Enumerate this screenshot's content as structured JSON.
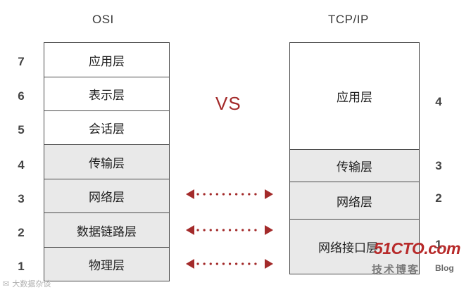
{
  "osi": {
    "title": "OSI",
    "layers": [
      {
        "num": "7",
        "label": "应用层",
        "fill": "#ffffff"
      },
      {
        "num": "6",
        "label": "表示层",
        "fill": "#ffffff"
      },
      {
        "num": "5",
        "label": "会话层",
        "fill": "#ffffff"
      },
      {
        "num": "4",
        "label": "传输层",
        "fill": "#e9e9e9"
      },
      {
        "num": "3",
        "label": "网络层",
        "fill": "#e9e9e9"
      },
      {
        "num": "2",
        "label": "数据链路层",
        "fill": "#e9e9e9"
      },
      {
        "num": "1",
        "label": "物理层",
        "fill": "#e9e9e9"
      }
    ]
  },
  "vs": "VS",
  "tcpip": {
    "title": "TCP/IP",
    "layers": [
      {
        "num": "4",
        "label": "应用层",
        "fill": "#ffffff"
      },
      {
        "num": "3",
        "label": "传输层",
        "fill": "#e9e9e9"
      },
      {
        "num": "2",
        "label": "网络层",
        "fill": "#e9e9e9"
      },
      {
        "num": "1",
        "label": "网络接口层",
        "fill": "#e9e9e9"
      }
    ]
  },
  "colors": {
    "arrow": "#a32a2a",
    "border": "#4a4a4a",
    "shaded": "#e9e9e9"
  },
  "watermark": {
    "brand": "51CTO.com",
    "tagline": "技术博客",
    "blog": "Blog",
    "left": "大数据杂谈"
  }
}
